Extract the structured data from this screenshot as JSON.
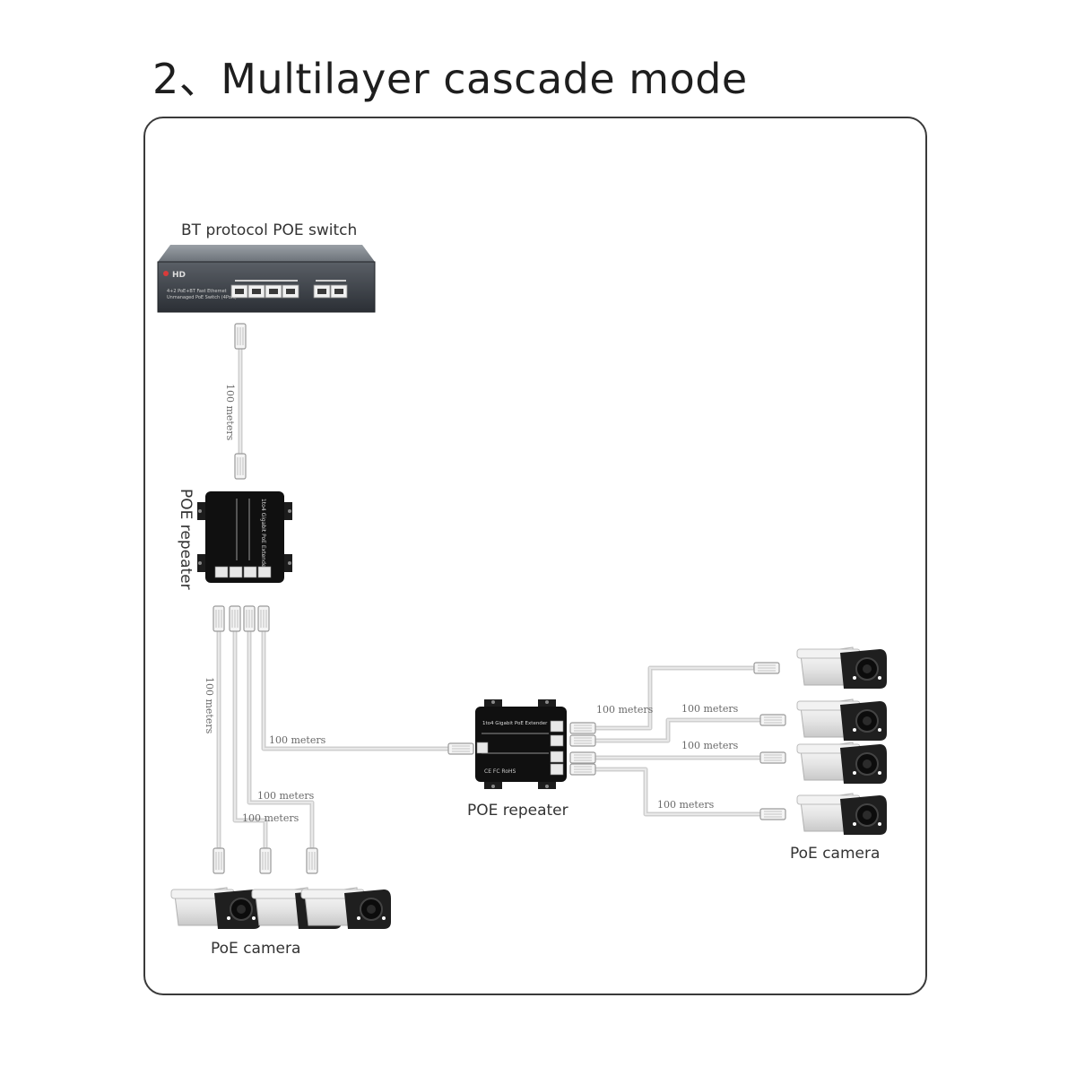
{
  "title": "2、Multilayer cascade mode",
  "switch": {
    "label": "BT protocol POE switch",
    "logo": "HD",
    "model_line1": "4+2 PoE+BT Fast Ethernet",
    "model_line2": "Unmanaged PoE Switch (4Port)"
  },
  "repeater_top": {
    "label": "POE repeater",
    "model": "1to4 Gigabit PoE Extender"
  },
  "repeater_mid": {
    "label": "POE repeater",
    "model": "1to4 Gigabit PoE Extender"
  },
  "cables": {
    "switch_to_repeater": "100 meters",
    "vertical_left": "100 meters",
    "to_repeater_mid": "100 meters",
    "bottom_a": "100 meters",
    "bottom_b": "100 meters",
    "right_1": "100 meters",
    "right_2": "100 meters",
    "right_3": "100 meters",
    "right_4": "100 meters"
  },
  "cameras_bottom": {
    "label": "PoE camera"
  },
  "cameras_right": {
    "label": "PoE camera"
  },
  "icons": [
    "poe-switch-icon",
    "poe-repeater-icon",
    "rj45-connector-icon",
    "bullet-camera-icon"
  ]
}
